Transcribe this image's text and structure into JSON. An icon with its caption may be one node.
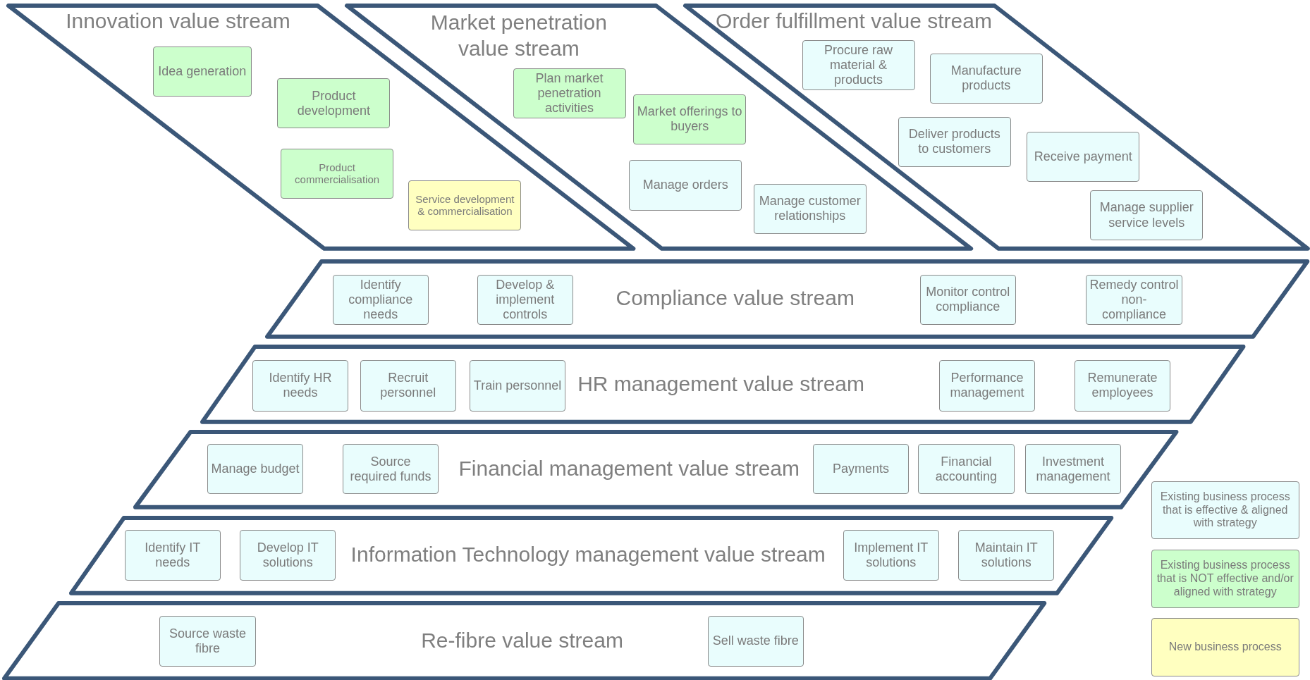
{
  "diagram": {
    "nodes": [
      {
        "text": [
          "Innovation value stream"
        ]
      },
      {
        "text": [
          "Idea generation"
        ],
        "in": 0
      },
      {
        "text": [
          "Product development"
        ],
        "in": 0
      },
      {
        "text": [
          "Product commercialisation"
        ],
        "in": 0
      },
      {
        "text": [
          "Service development & commercialisation"
        ],
        "in": 0
      },
      {
        "text": [
          "Market penetration value stream"
        ]
      },
      {
        "text": [
          "Plan market penetration activities"
        ],
        "in": 5
      },
      {
        "text": [
          "Market offerings to buyers"
        ],
        "in": 5
      },
      {
        "text": [
          "Manage orders"
        ],
        "in": 5
      },
      {
        "text": [
          "Manage customer relationships"
        ],
        "in": 5
      },
      {
        "text": [
          "Order fulfillment value stream"
        ]
      },
      {
        "text": [
          "Procure raw material & products"
        ],
        "in": 10
      },
      {
        "text": [
          "Manufacture products"
        ],
        "in": 10
      },
      {
        "text": [
          "Deliver products to customers"
        ],
        "in": 10
      },
      {
        "text": [
          "Receive payment"
        ],
        "in": 10
      },
      {
        "text": [
          "Manage supplier service levels"
        ],
        "in": 10
      },
      {
        "text": [
          "Compliance value stream"
        ]
      },
      {
        "text": [
          "Identify compliance needs"
        ],
        "in": 16
      },
      {
        "text": [
          "Develop & implement controls"
        ],
        "in": 16
      },
      {
        "text": [
          "Monitor control compliance"
        ],
        "in": 16
      },
      {
        "text": [
          "Remedy control non-compliance"
        ],
        "in": 16
      },
      {
        "text": [
          "HR management value stream"
        ]
      },
      {
        "text": [
          "Identify HR needs"
        ],
        "in": 21
      },
      {
        "text": [
          "Recruit personnel"
        ],
        "in": 21
      },
      {
        "text": [
          "Train personnel"
        ],
        "in": 21
      },
      {
        "text": [
          "Performance management"
        ],
        "in": 21
      },
      {
        "text": [
          "Remunerate employees"
        ],
        "in": 21
      },
      {
        "text": [
          "Financial management value stream"
        ]
      },
      {
        "text": [
          "Manage budget"
        ],
        "in": 27
      },
      {
        "text": [
          "Source required funds"
        ],
        "in": 27
      },
      {
        "text": [
          "Payments"
        ],
        "in": 27
      },
      {
        "text": [
          "Financial accounting"
        ],
        "in": 27
      },
      {
        "text": [
          "Investment management"
        ],
        "in": 27
      },
      {
        "text": [
          "Information Technology management value stream"
        ]
      },
      {
        "text": [
          "Identify IT needs"
        ],
        "in": 33
      },
      {
        "text": [
          "Develop IT solutions"
        ],
        "in": 33
      },
      {
        "text": [
          "Implement IT solutions"
        ],
        "in": 33
      },
      {
        "text": [
          "Maintain IT solutions"
        ],
        "in": 33
      },
      {
        "text": [
          "Re-fibre value stream"
        ]
      },
      {
        "text": [
          "Source waste fibre"
        ],
        "in": 38
      },
      {
        "text": [
          "Sell waste fibre"
        ],
        "in": 38
      }
    ],
    "legend": [
      {
        "text": "Existing business process that is effective & aligned with strategy",
        "color": "#e9fdfd"
      },
      {
        "text": "Existing business process that is NOT effective and/or aligned with strategy",
        "color": "#ccffcc"
      },
      {
        "text": "New business process",
        "color": "#ffffc0"
      }
    ]
  }
}
